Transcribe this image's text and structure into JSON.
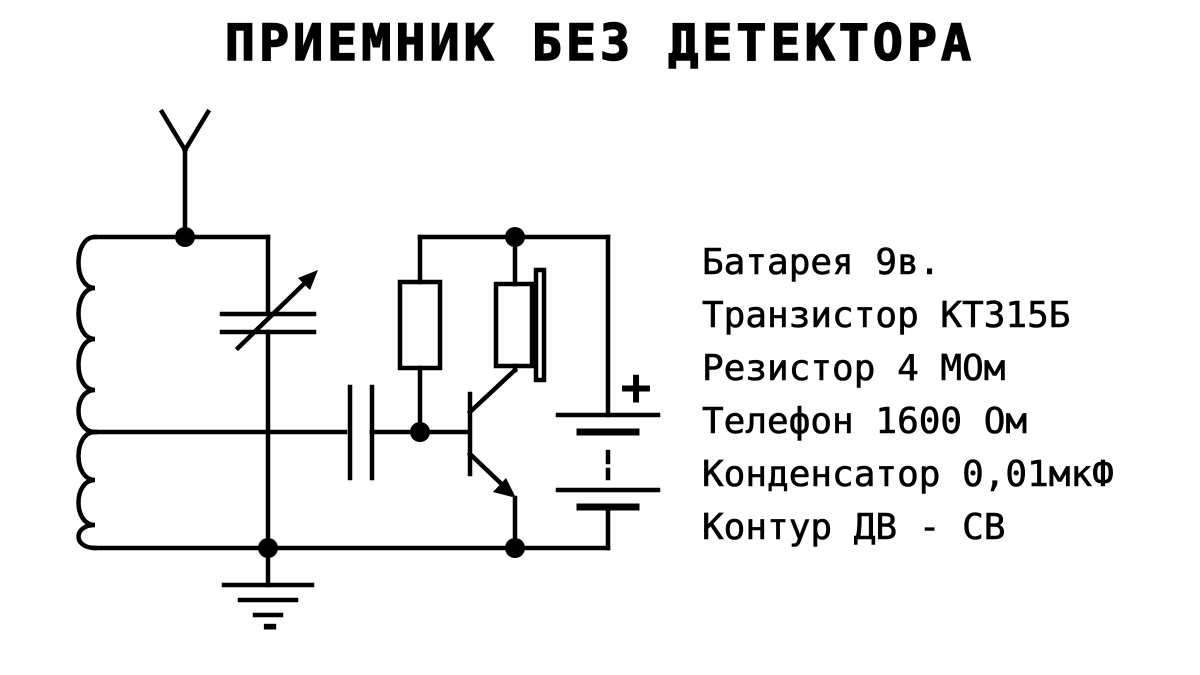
{
  "title": "ПРИЕМНИК БЕЗ ДЕТЕКТОРА",
  "specs": [
    "Батарея 9в.",
    "Транзистор КТ315Б",
    "Резистор 4 МОм",
    "Телефон 1600 Ом",
    "Конденсатор 0,01мкФ",
    "Контур ДВ - СВ"
  ],
  "battery_plus": "+",
  "ground_minus": "-",
  "colors": {
    "line": "#000000",
    "background": "#ffffff"
  }
}
